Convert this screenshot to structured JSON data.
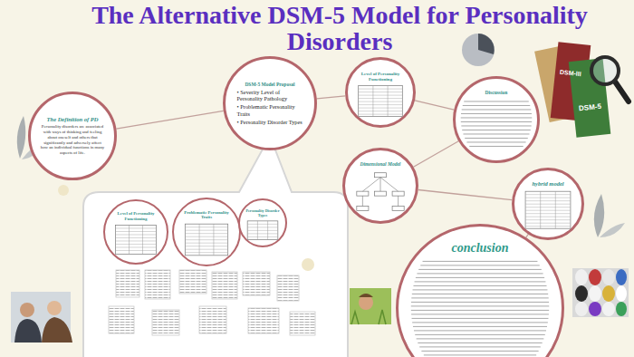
{
  "diagram": {
    "title": "The Alternative DSM-5 Model for Personality Disorders",
    "nodes": [
      {
        "text": [
          "The Definition of PD",
          "Personality disorders are associated with ways of thinking and feeling about oneself and others that significantly and adversely affect how an individual functions in many aspects of life."
        ]
      },
      {
        "text": [
          "DSM-5 Model Proposal",
          "• Severity Level of Personality Pathology",
          "• Problematic Personality Traits",
          "• Personality Disorder Types"
        ]
      },
      {
        "text": [
          "Level of Personality Functioning"
        ]
      },
      {
        "text": [
          "Discussion"
        ]
      },
      {
        "text": [
          "Dimensional Model"
        ]
      },
      {
        "text": [
          "hybrid model"
        ]
      },
      {
        "text": [
          "conclusion"
        ]
      },
      {
        "text": [
          "Level of Personality Functioning"
        ]
      },
      {
        "text": [
          "Problematic Personality Traits"
        ]
      },
      {
        "text": [
          "Personality Disorder Types"
        ]
      }
    ],
    "edges": [
      {
        "from": 0,
        "to": 1,
        "arrow": "none"
      },
      {
        "from": 1,
        "to": 2,
        "arrow": "none"
      },
      {
        "from": 2,
        "to": 3,
        "arrow": "none"
      },
      {
        "from": 3,
        "to": 4,
        "arrow": "none"
      },
      {
        "from": 4,
        "to": 5,
        "arrow": "none"
      },
      {
        "from": 5,
        "to": 6,
        "arrow": "none"
      }
    ],
    "labels": [
      "DSM-III",
      "DSM-5"
    ]
  }
}
